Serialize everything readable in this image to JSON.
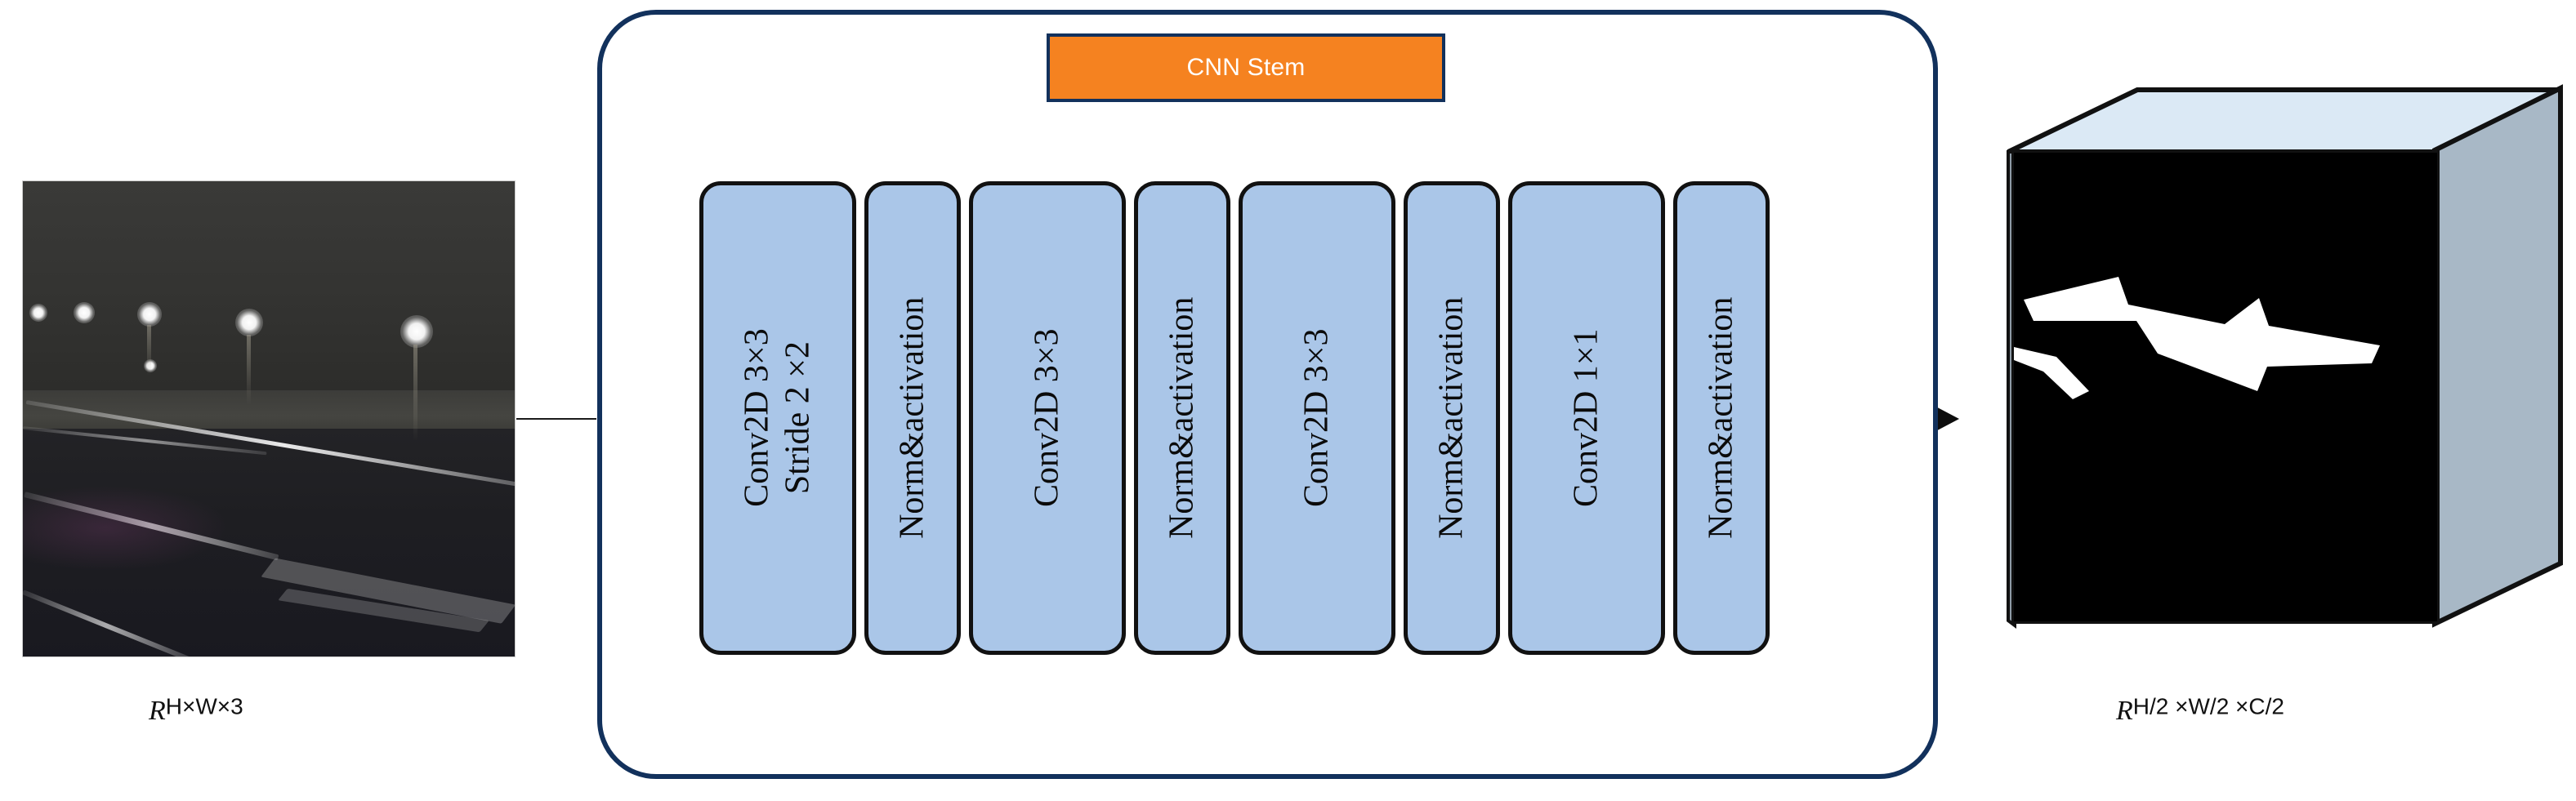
{
  "diagram": {
    "title": "CNN Stem architecture diagram",
    "container": {
      "border_color": "#12315c"
    },
    "badge": {
      "label": "CNN Stem",
      "background": "#f58220",
      "text_color": "#ffffff",
      "border_color": "#12315c"
    },
    "layers": [
      {
        "id": "conv1",
        "line1": "Conv2D  3×3",
        "line2": "Stride 2  ×2",
        "width": "wide",
        "fill": "#aac6e8"
      },
      {
        "id": "norm1",
        "line1": "Norm&activation",
        "line2": "",
        "width": "narrow",
        "fill": "#aac6e8"
      },
      {
        "id": "conv2",
        "line1": "Conv2D  3×3",
        "line2": "",
        "width": "wide",
        "fill": "#aac6e8"
      },
      {
        "id": "norm2",
        "line1": "Norm&activation",
        "line2": "",
        "width": "narrow",
        "fill": "#aac6e8"
      },
      {
        "id": "conv3",
        "line1": "Conv2D  3×3",
        "line2": "",
        "width": "wide",
        "fill": "#aac6e8"
      },
      {
        "id": "norm3",
        "line1": "Norm&activation",
        "line2": "",
        "width": "narrow",
        "fill": "#aac6e8"
      },
      {
        "id": "conv4",
        "line1": "Conv2D  1×1",
        "line2": "",
        "width": "wide",
        "fill": "#aac6e8"
      },
      {
        "id": "norm4",
        "line1": "Norm&activation",
        "line2": "",
        "width": "narrow",
        "fill": "#aac6e8"
      }
    ],
    "input": {
      "label_base": "R",
      "label_sup": "H×W×3",
      "description": "night road scene with street lamps and lane markings"
    },
    "output": {
      "label_base": "R",
      "label_sup": "H/2 ×W/2 ×C/2",
      "description": "feature volume cube with white lane segmentation on black",
      "top_face_color": "#dbe9f5",
      "front_face_color": "#000000",
      "side_face_color": "#a8b8c6"
    },
    "arrow": {
      "color": "#0d0d0d"
    }
  }
}
